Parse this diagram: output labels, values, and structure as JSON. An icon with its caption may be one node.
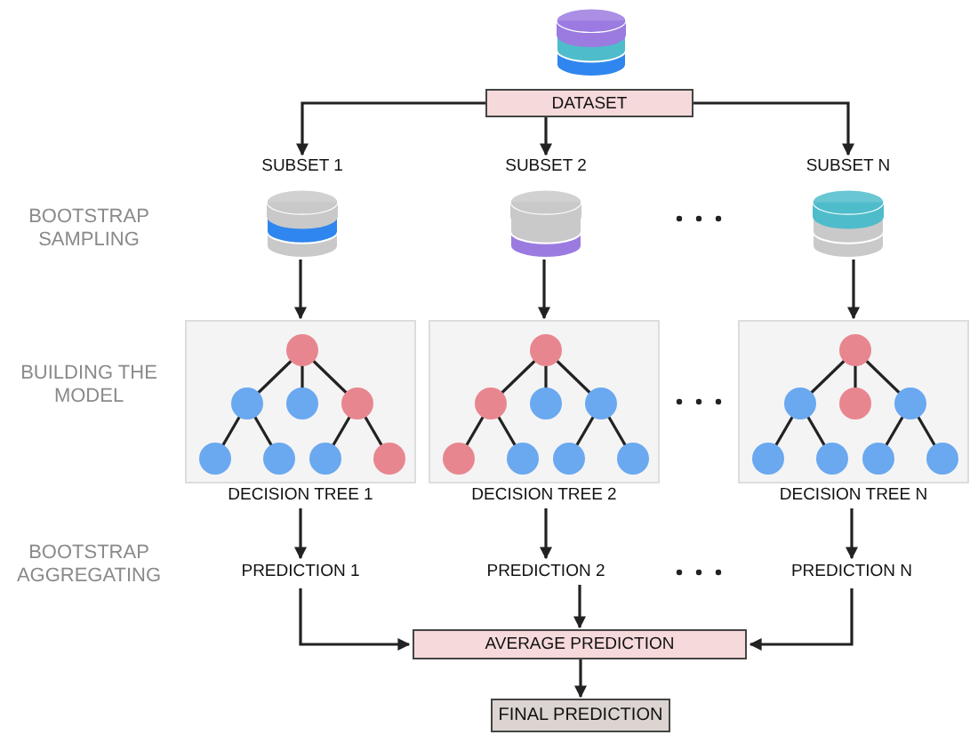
{
  "diagram": {
    "nodes": [
      {
        "text": [
          "DATASET"
        ]
      },
      {
        "text": [
          "SUBSET 1"
        ]
      },
      {
        "text": [
          "SUBSET 2"
        ]
      },
      {
        "text": [
          "SUBSET N"
        ]
      },
      {
        "text": [
          "DECISION TREE 1"
        ]
      },
      {
        "text": [
          "DECISION TREE 2"
        ]
      },
      {
        "text": [
          "DECISION TREE N"
        ]
      },
      {
        "text": [
          "PREDICTION 1"
        ]
      },
      {
        "text": [
          "PREDICTION 2"
        ]
      },
      {
        "text": [
          "PREDICTION N"
        ]
      },
      {
        "text": [
          "AVERAGE PREDICTION"
        ]
      },
      {
        "text": [
          "FINAL PREDICTION"
        ]
      }
    ],
    "edges": [
      {
        "from": 0,
        "to": 1,
        "arrow": "to"
      },
      {
        "from": 0,
        "to": 2,
        "arrow": "to"
      },
      {
        "from": 0,
        "to": 3,
        "arrow": "to"
      },
      {
        "from": 1,
        "to": 4,
        "arrow": "to"
      },
      {
        "from": 2,
        "to": 5,
        "arrow": "to"
      },
      {
        "from": 3,
        "to": 6,
        "arrow": "to"
      },
      {
        "from": 4,
        "to": 7,
        "arrow": "to"
      },
      {
        "from": 5,
        "to": 8,
        "arrow": "to"
      },
      {
        "from": 6,
        "to": 9,
        "arrow": "to"
      },
      {
        "from": 7,
        "to": 10,
        "arrow": "to"
      },
      {
        "from": 8,
        "to": 10,
        "arrow": "to"
      },
      {
        "from": 9,
        "to": 10,
        "arrow": "to"
      },
      {
        "from": 10,
        "to": 11,
        "arrow": "to"
      }
    ],
    "labels": [
      "BOOTSTRAP SAMPLING",
      "BUILDING THE MODEL",
      "BOOTSTRAP AGGREGATING"
    ]
  }
}
